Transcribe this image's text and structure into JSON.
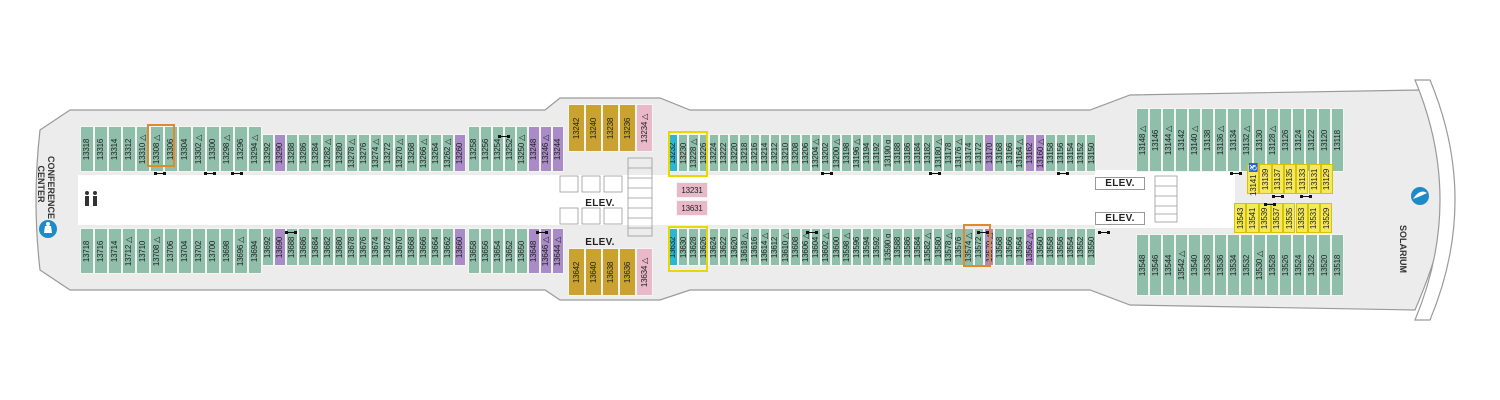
{
  "map": {
    "colors": {
      "hull_fill": "#ececec",
      "hull_stroke": "#9a9a9a",
      "corridor": "#ffffff",
      "stateroom": "#8fbfaa",
      "suite": "#a98cc7",
      "grand_suite": "#c9a22f",
      "pink": "#e9b9c9",
      "cyan": "#2ab7cf",
      "yellow": "#f5e85c",
      "highlight_yellow": "#e8d800",
      "highlight_orange": "#e08a2b",
      "icon_blue": "#1f8ac8"
    },
    "labels": {
      "elev_fwd_bottom": "ELEV.",
      "elev_fwd_top": "ELEV.",
      "elev_aft_top": "ELEV.",
      "elev_aft_bottom": "ELEV.",
      "conference": "CONFERENCE",
      "conference2": "CENTER",
      "solarium": "SOLARIUM"
    },
    "top_row": [
      {
        "n": "13318",
        "c": "green"
      },
      {
        "n": "13316",
        "c": "green"
      },
      {
        "n": "13314",
        "c": "green"
      },
      {
        "n": "13312",
        "c": "green"
      },
      {
        "n": "13310 △",
        "c": "green"
      },
      {
        "n": "13308 △",
        "c": "green"
      },
      {
        "n": "13306",
        "c": "green"
      },
      {
        "n": "13304",
        "c": "green"
      },
      {
        "n": "13302 △",
        "c": "green"
      },
      {
        "n": "13300",
        "c": "green"
      },
      {
        "n": "13298 △",
        "c": "green"
      },
      {
        "n": "13296",
        "c": "green"
      },
      {
        "n": "13294 △",
        "c": "green"
      },
      {
        "n": "13292",
        "c": "green"
      },
      {
        "n": "13290",
        "c": "purple"
      },
      {
        "n": "13288",
        "c": "green"
      },
      {
        "n": "13286",
        "c": "green"
      },
      {
        "n": "13284",
        "c": "green"
      },
      {
        "n": "13282 △",
        "c": "green"
      },
      {
        "n": "13280",
        "c": "green"
      },
      {
        "n": "13278 △",
        "c": "green"
      },
      {
        "n": "13276",
        "c": "green"
      },
      {
        "n": "13274 △",
        "c": "green"
      },
      {
        "n": "13272",
        "c": "green"
      },
      {
        "n": "13270 △",
        "c": "green"
      },
      {
        "n": "13268",
        "c": "green"
      },
      {
        "n": "13266 △",
        "c": "green"
      },
      {
        "n": "13264",
        "c": "green"
      },
      {
        "n": "13262 △",
        "c": "green"
      },
      {
        "n": "13260",
        "c": "purple"
      },
      {
        "n": "13258",
        "c": "green"
      },
      {
        "n": "13256",
        "c": "green"
      },
      {
        "n": "13254",
        "c": "green"
      },
      {
        "n": "13252",
        "c": "green"
      },
      {
        "n": "13250 △",
        "c": "green"
      },
      {
        "n": "13248",
        "c": "purple"
      },
      {
        "n": "13246 △",
        "c": "purple"
      },
      {
        "n": "13244",
        "c": "purple"
      },
      {
        "n": "13242",
        "c": "gold"
      },
      {
        "n": "13240",
        "c": "gold"
      },
      {
        "n": "13238",
        "c": "gold"
      },
      {
        "n": "13236",
        "c": "gold"
      },
      {
        "n": "13234 △",
        "c": "pink"
      },
      {
        "n": "13232",
        "c": "cyan"
      },
      {
        "n": "13230",
        "c": "green"
      },
      {
        "n": "13228 △",
        "c": "green"
      },
      {
        "n": "13226",
        "c": "green"
      },
      {
        "n": "13224",
        "c": "green"
      },
      {
        "n": "13222",
        "c": "green"
      },
      {
        "n": "13220",
        "c": "green"
      },
      {
        "n": "13218",
        "c": "green"
      },
      {
        "n": "13216",
        "c": "green"
      },
      {
        "n": "13214",
        "c": "green"
      },
      {
        "n": "13212",
        "c": "green"
      },
      {
        "n": "13210",
        "c": "green"
      },
      {
        "n": "13208",
        "c": "green"
      },
      {
        "n": "13206",
        "c": "green"
      },
      {
        "n": "13204 △",
        "c": "green"
      },
      {
        "n": "13202",
        "c": "green"
      },
      {
        "n": "13200 △",
        "c": "green"
      },
      {
        "n": "13198",
        "c": "green"
      },
      {
        "n": "13196 △",
        "c": "green"
      },
      {
        "n": "13194",
        "c": "green"
      },
      {
        "n": "13192",
        "c": "green"
      },
      {
        "n": "13190 ɑ",
        "c": "green"
      },
      {
        "n": "13188",
        "c": "green"
      },
      {
        "n": "13186",
        "c": "green"
      },
      {
        "n": "13184",
        "c": "green"
      },
      {
        "n": "13182",
        "c": "green"
      },
      {
        "n": "13180 △",
        "c": "green"
      },
      {
        "n": "13178",
        "c": "green"
      },
      {
        "n": "13176 △",
        "c": "green"
      },
      {
        "n": "13174",
        "c": "green"
      },
      {
        "n": "13172",
        "c": "green"
      },
      {
        "n": "13170",
        "c": "purple"
      },
      {
        "n": "13168",
        "c": "green"
      },
      {
        "n": "13166",
        "c": "green"
      },
      {
        "n": "13164 △",
        "c": "green"
      },
      {
        "n": "13162",
        "c": "purple"
      },
      {
        "n": "13160 △",
        "c": "purple"
      },
      {
        "n": "13158",
        "c": "green"
      },
      {
        "n": "13156",
        "c": "green"
      },
      {
        "n": "13154",
        "c": "green"
      },
      {
        "n": "13152",
        "c": "green"
      },
      {
        "n": "13150",
        "c": "green"
      },
      {
        "n": "13148 △",
        "c": "green"
      },
      {
        "n": "13146",
        "c": "green"
      },
      {
        "n": "13144 △",
        "c": "green"
      },
      {
        "n": "13142",
        "c": "green"
      },
      {
        "n": "13140 △",
        "c": "green"
      },
      {
        "n": "13138",
        "c": "green"
      },
      {
        "n": "13136 △",
        "c": "green"
      },
      {
        "n": "13134",
        "c": "green"
      },
      {
        "n": "13132 △",
        "c": "green"
      },
      {
        "n": "13130",
        "c": "green"
      },
      {
        "n": "13128 △",
        "c": "green"
      },
      {
        "n": "13126",
        "c": "green"
      },
      {
        "n": "13124",
        "c": "green"
      },
      {
        "n": "13122",
        "c": "green"
      },
      {
        "n": "13120",
        "c": "green"
      },
      {
        "n": "13118",
        "c": "green"
      }
    ],
    "bottom_row": [
      {
        "n": "13718",
        "c": "green"
      },
      {
        "n": "13716",
        "c": "green"
      },
      {
        "n": "13714",
        "c": "green"
      },
      {
        "n": "13712 △",
        "c": "green"
      },
      {
        "n": "13710",
        "c": "green"
      },
      {
        "n": "13708 △",
        "c": "green"
      },
      {
        "n": "13706",
        "c": "green"
      },
      {
        "n": "13704",
        "c": "green"
      },
      {
        "n": "13702",
        "c": "green"
      },
      {
        "n": "13700",
        "c": "green"
      },
      {
        "n": "13698",
        "c": "green"
      },
      {
        "n": "13696 △",
        "c": "green"
      },
      {
        "n": "13694",
        "c": "green"
      },
      {
        "n": "13692",
        "c": "green"
      },
      {
        "n": "13690",
        "c": "purple"
      },
      {
        "n": "13688",
        "c": "green"
      },
      {
        "n": "13686",
        "c": "green"
      },
      {
        "n": "13684",
        "c": "green"
      },
      {
        "n": "13682",
        "c": "green"
      },
      {
        "n": "13680",
        "c": "green"
      },
      {
        "n": "13678",
        "c": "green"
      },
      {
        "n": "13676",
        "c": "green"
      },
      {
        "n": "13674",
        "c": "green"
      },
      {
        "n": "13672",
        "c": "green"
      },
      {
        "n": "13670",
        "c": "green"
      },
      {
        "n": "13668",
        "c": "green"
      },
      {
        "n": "13666",
        "c": "green"
      },
      {
        "n": "13664",
        "c": "green"
      },
      {
        "n": "13662",
        "c": "green"
      },
      {
        "n": "13660",
        "c": "purple"
      },
      {
        "n": "13658",
        "c": "green"
      },
      {
        "n": "13656",
        "c": "green"
      },
      {
        "n": "13654",
        "c": "green"
      },
      {
        "n": "13652",
        "c": "green"
      },
      {
        "n": "13650",
        "c": "green"
      },
      {
        "n": "13648",
        "c": "purple"
      },
      {
        "n": "13646 △",
        "c": "purple"
      },
      {
        "n": "13644 △",
        "c": "purple"
      },
      {
        "n": "13642",
        "c": "gold"
      },
      {
        "n": "13640",
        "c": "gold"
      },
      {
        "n": "13638",
        "c": "gold"
      },
      {
        "n": "13636",
        "c": "gold"
      },
      {
        "n": "13634 △",
        "c": "pink"
      },
      {
        "n": "13632",
        "c": "cyan"
      },
      {
        "n": "13630",
        "c": "green"
      },
      {
        "n": "13628",
        "c": "green"
      },
      {
        "n": "13626",
        "c": "green"
      },
      {
        "n": "13624",
        "c": "green"
      },
      {
        "n": "13622",
        "c": "green"
      },
      {
        "n": "13620",
        "c": "green"
      },
      {
        "n": "13618 △",
        "c": "green"
      },
      {
        "n": "13616",
        "c": "green"
      },
      {
        "n": "13614 △",
        "c": "green"
      },
      {
        "n": "13612",
        "c": "green"
      },
      {
        "n": "13610 △",
        "c": "green"
      },
      {
        "n": "13608",
        "c": "green"
      },
      {
        "n": "13606 △",
        "c": "green"
      },
      {
        "n": "13604",
        "c": "green"
      },
      {
        "n": "13602 △",
        "c": "green"
      },
      {
        "n": "13600",
        "c": "green"
      },
      {
        "n": "13598 △",
        "c": "green"
      },
      {
        "n": "13596",
        "c": "green"
      },
      {
        "n": "13594",
        "c": "green"
      },
      {
        "n": "13592",
        "c": "green"
      },
      {
        "n": "13590 ɑ",
        "c": "green"
      },
      {
        "n": "13588",
        "c": "green"
      },
      {
        "n": "13586",
        "c": "green"
      },
      {
        "n": "13584",
        "c": "green"
      },
      {
        "n": "13582 △",
        "c": "green"
      },
      {
        "n": "13580",
        "c": "green"
      },
      {
        "n": "13578 △",
        "c": "green"
      },
      {
        "n": "13576",
        "c": "green"
      },
      {
        "n": "13574 △",
        "c": "green"
      },
      {
        "n": "13572",
        "c": "green"
      },
      {
        "n": "13570 △",
        "c": "purple"
      },
      {
        "n": "13568",
        "c": "green"
      },
      {
        "n": "13566",
        "c": "green"
      },
      {
        "n": "13564",
        "c": "green"
      },
      {
        "n": "13562 △",
        "c": "purple"
      },
      {
        "n": "13560",
        "c": "green"
      },
      {
        "n": "13558",
        "c": "green"
      },
      {
        "n": "13556",
        "c": "green"
      },
      {
        "n": "13554",
        "c": "green"
      },
      {
        "n": "13552",
        "c": "green"
      },
      {
        "n": "13550",
        "c": "green"
      },
      {
        "n": "13548",
        "c": "green"
      },
      {
        "n": "13546",
        "c": "green"
      },
      {
        "n": "13544",
        "c": "green"
      },
      {
        "n": "13542 △",
        "c": "green"
      },
      {
        "n": "13540",
        "c": "green"
      },
      {
        "n": "13538",
        "c": "green"
      },
      {
        "n": "13536",
        "c": "green"
      },
      {
        "n": "13534",
        "c": "green"
      },
      {
        "n": "13532",
        "c": "green"
      },
      {
        "n": "13530 △",
        "c": "green"
      },
      {
        "n": "13528",
        "c": "green"
      },
      {
        "n": "13526",
        "c": "green"
      },
      {
        "n": "13524",
        "c": "green"
      },
      {
        "n": "13522",
        "c": "green"
      },
      {
        "n": "13520",
        "c": "green"
      },
      {
        "n": "13518",
        "c": "green"
      }
    ],
    "mid_fwd": [
      "13231",
      "13631"
    ],
    "aft_inner_top": [
      {
        "n": "13141 ♿",
        "c": "yellow"
      },
      {
        "n": "13139",
        "c": "yellow"
      },
      {
        "n": "13137",
        "c": "yellow"
      },
      {
        "n": "13135",
        "c": "yellow"
      },
      {
        "n": "13133",
        "c": "yellow"
      },
      {
        "n": "13131",
        "c": "yellow"
      },
      {
        "n": "13129",
        "c": "yellow"
      }
    ],
    "aft_inner_bottom": [
      {
        "n": "13543",
        "c": "yellow"
      },
      {
        "n": "13541",
        "c": "yellow"
      },
      {
        "n": "13539",
        "c": "yellow"
      },
      {
        "n": "13537",
        "c": "yellow"
      },
      {
        "n": "13535",
        "c": "yellow"
      },
      {
        "n": "13533",
        "c": "yellow"
      },
      {
        "n": "13531",
        "c": "yellow"
      },
      {
        "n": "13529",
        "c": "yellow"
      }
    ]
  }
}
